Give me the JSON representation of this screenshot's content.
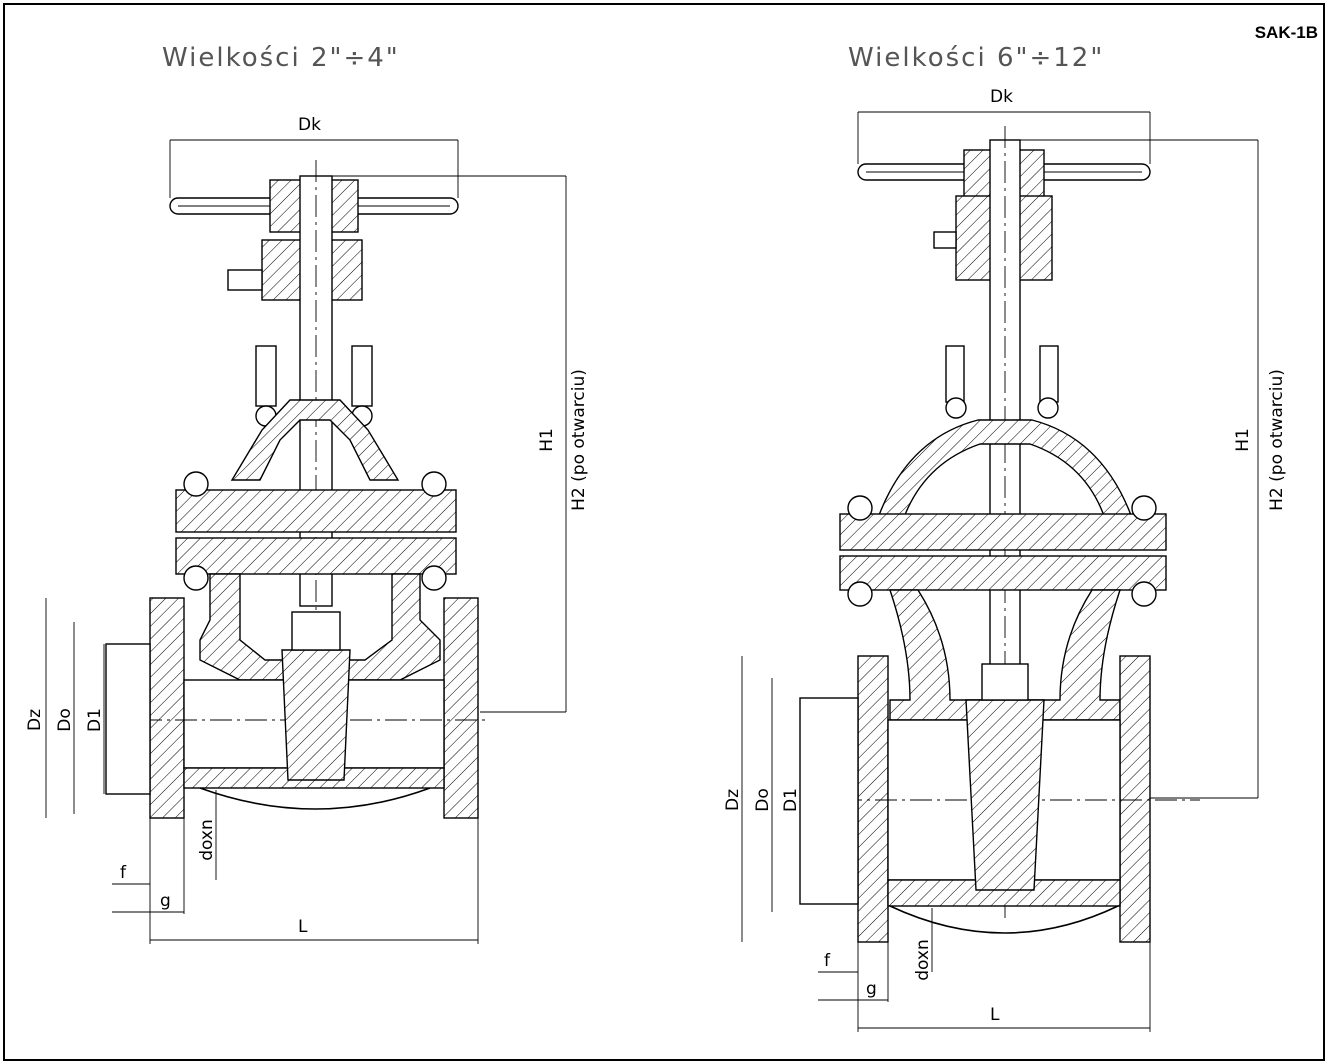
{
  "drawing_code": "SAK-1B",
  "left_view": {
    "title": "Wielkości  2\"÷4\"",
    "labels": {
      "handwheel_diameter": "Dk",
      "height_1": "H1",
      "height_2": "H2 (po otwarciu)",
      "flange_outer": "Dz",
      "bolt_circle": "Do",
      "raised_face": "D1",
      "face_height": "f",
      "flange_thickness": "g",
      "bolt_holes": "doxn",
      "length": "L"
    }
  },
  "right_view": {
    "title": "Wielkości  6\"÷12\"",
    "labels": {
      "handwheel_diameter": "Dk",
      "height_1": "H1",
      "height_2": "H2 (po otwarciu)",
      "flange_outer": "Dz",
      "bolt_circle": "Do",
      "raised_face": "D1",
      "face_height": "f",
      "flange_thickness": "g",
      "bolt_holes": "doxn",
      "length": "L"
    }
  }
}
